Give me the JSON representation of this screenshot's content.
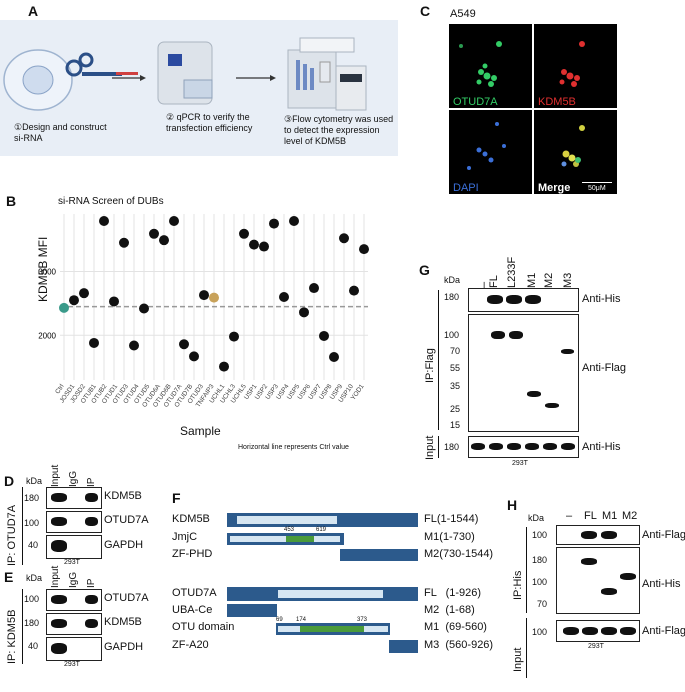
{
  "panelA": {
    "label": "A",
    "step1": "①Design and construct si-RNA",
    "step1a": "①Design and construct",
    "step1b": "si-RNA",
    "step2a": "② qPCR to verify the",
    "step2b": "transfection efficiency",
    "step3a": "③Flow cytometry was used",
    "step3b": "to detect the expression",
    "step3c": "level of KDM5B"
  },
  "panelB": {
    "label": "B",
    "chart_data": {
      "type": "scatter",
      "title": "si-RNA Screen of DUBs",
      "xlabel": "Sample",
      "ylabel": "KDM5B MFI",
      "ylim": [
        1300,
        3900
      ],
      "yticks": [
        2000,
        3000
      ],
      "reference_line": 2450,
      "note": "Horizontal line represents Ctrl value",
      "categories": [
        "Ctrl",
        "JOSD1",
        "JOSD2",
        "OTUB1",
        "OTUB2",
        "OTUD1",
        "OTUD3",
        "OTUD4",
        "OTUD5",
        "OTUD6A",
        "OTUD6B",
        "OTUD7A",
        "OTUD7B",
        "OTUD3",
        "TNFAIP3",
        "UCHL1",
        "UCHL3",
        "UCHL5",
        "USP1",
        "USP2",
        "USP3",
        "USP4",
        "USP5",
        "USP6",
        "USP7",
        "USP8",
        "USP9",
        "USP10",
        "YOD1"
      ],
      "values": [
        2430,
        2550,
        2660,
        1880,
        3790,
        2530,
        3450,
        1840,
        2420,
        3590,
        3490,
        3790,
        1860,
        1670,
        2630,
        2590,
        1510,
        1980,
        3590,
        3420,
        3390,
        3750,
        2600,
        3790,
        2360,
        2740,
        1990,
        1660,
        3520,
        2700,
        3350
      ],
      "series": [
        {
          "values": [
            2430,
            2550,
            2660,
            1880,
            3790,
            2530,
            3450,
            1840,
            2420,
            3590,
            3490,
            3790,
            1860,
            1670,
            2630,
            2590,
            1510,
            1980,
            3590,
            3420,
            3390,
            3750,
            2600,
            3790,
            2360,
            2740,
            1990,
            1660,
            3520,
            2700,
            3350
          ]
        }
      ],
      "colors": {
        "point": "#111111",
        "ctrl": "#3a9a8a",
        "highlight": "#c8a25a",
        "refline": "#999999",
        "grid": "#e3e3e3"
      }
    }
  },
  "panelC": {
    "label": "C",
    "cell": "A549",
    "q1": "OTUD7A",
    "q2": "KDM5B",
    "q3": "DAPI",
    "q4": "Merge",
    "scale": "50μM",
    "colors": {
      "green": "#33cc66",
      "red": "#e03030",
      "blue": "#3b6fd8"
    }
  },
  "panelD": {
    "label": "D",
    "kda": "kDa",
    "lanes": [
      "Input",
      "IgG",
      "IP"
    ],
    "ip": "IP: OTUD7A",
    "rows": [
      {
        "mw": "180",
        "name": "KDM5B"
      },
      {
        "mw": "100",
        "name": "OTUD7A"
      },
      {
        "mw": "40",
        "name": "GAPDH"
      }
    ],
    "cell": "293T"
  },
  "panelE": {
    "label": "E",
    "kda": "kDa",
    "lanes": [
      "Input",
      "IgG",
      "IP"
    ],
    "ip": "IP: KDM5B",
    "rows": [
      {
        "mw": "100",
        "name": "OTUD7A"
      },
      {
        "mw": "180",
        "name": "KDM5B"
      },
      {
        "mw": "40",
        "name": "GAPDH"
      }
    ],
    "cell": "293T"
  },
  "panelF": {
    "label": "F",
    "kdm": [
      {
        "name": "KDM5B",
        "range": "FL(1-1544)"
      },
      {
        "name": "JmjC",
        "range": "M1(1-730)"
      },
      {
        "name": "ZF-PHD",
        "range": "M2(730-1544)"
      }
    ],
    "kdm_marks": [
      "453",
      "619"
    ],
    "otu": [
      {
        "name": "OTUD7A",
        "range": "FL   (1-926)"
      },
      {
        "name": "UBA-Ce",
        "range": "M2  (1-68)"
      },
      {
        "name": "OTU domain",
        "range": "M1  (69-560)"
      },
      {
        "name": "ZF-A20",
        "range": "M3  (560-926)"
      }
    ],
    "otu_marks": [
      "69",
      "174",
      "373"
    ],
    "colors": {
      "dark": "#2c5a8c",
      "light": "#d6e6f2",
      "green": "#4a9a3a"
    }
  },
  "panelG": {
    "label": "G",
    "kda": "kDa",
    "lanes": [
      "–",
      "FL",
      "L233F",
      "M1",
      "M2",
      "M3"
    ],
    "ip": "IP:Flag",
    "input": "Input",
    "mw": [
      "180",
      "100",
      "70",
      "55",
      "35",
      "25",
      "15",
      "180"
    ],
    "antis": [
      "Anti-His",
      "Anti-Flag",
      "Anti-His"
    ],
    "cell": "293T"
  },
  "panelH": {
    "label": "H",
    "kda": "kDa",
    "lanes": [
      "–",
      "FL",
      "M1",
      "M2"
    ],
    "ip": "IP:His",
    "input": "Input",
    "mw": [
      "100",
      "180",
      "100",
      "70",
      "100"
    ],
    "antis": [
      "Anti-Flag",
      "Anti-His",
      "Anti-Flag"
    ],
    "cell": "293T"
  }
}
